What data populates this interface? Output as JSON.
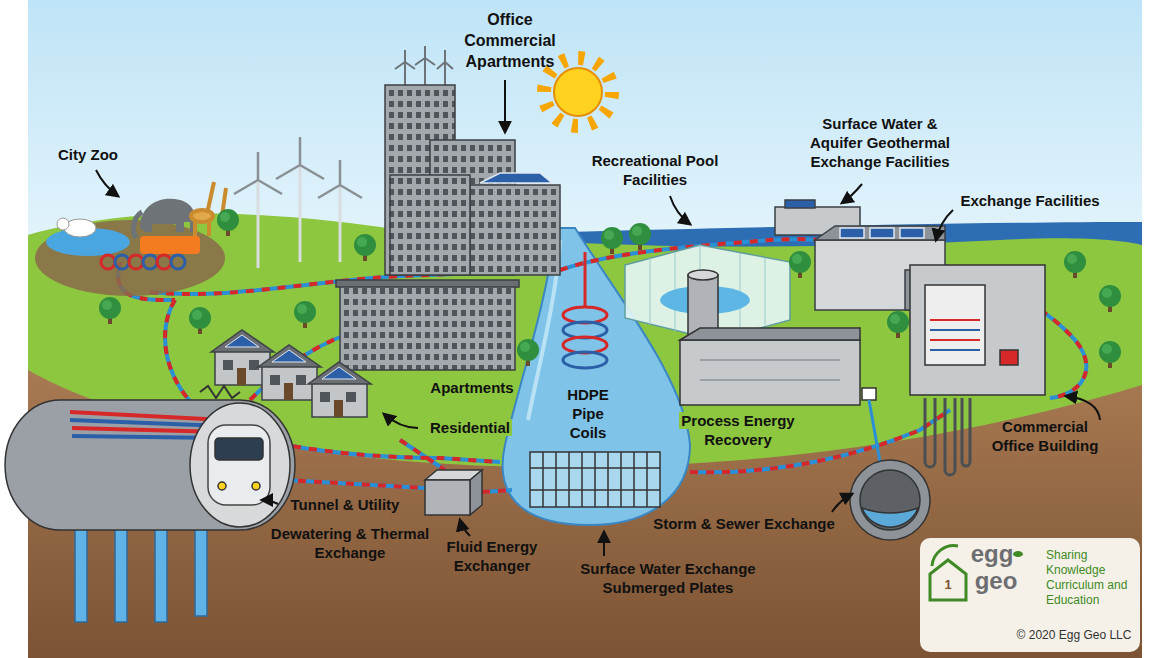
{
  "diagram": {
    "labels": [
      "City Zoo",
      "Office Commercial Apartments",
      "Recreational Pool Facilities",
      "Surface Water & Aquifer Geothermal Exchange Facilities",
      "Exchange Facilities",
      "Apartments",
      "HDPE Pipe Coils",
      "Residential",
      "Process Energy Recovery",
      "Commercial Office Building",
      "Tunnel & Utility",
      "Storm & Sewer Exchange",
      "Dewatering & Thermal Exchange",
      "Fluid Energy Exchanger",
      "Surface Water Exchange Submerged Plates",
      "egg",
      "1",
      "geo",
      "Sharing Knowledge Curriculum and Education",
      "© 2020 Egg Geo LLC"
    ]
  }
}
